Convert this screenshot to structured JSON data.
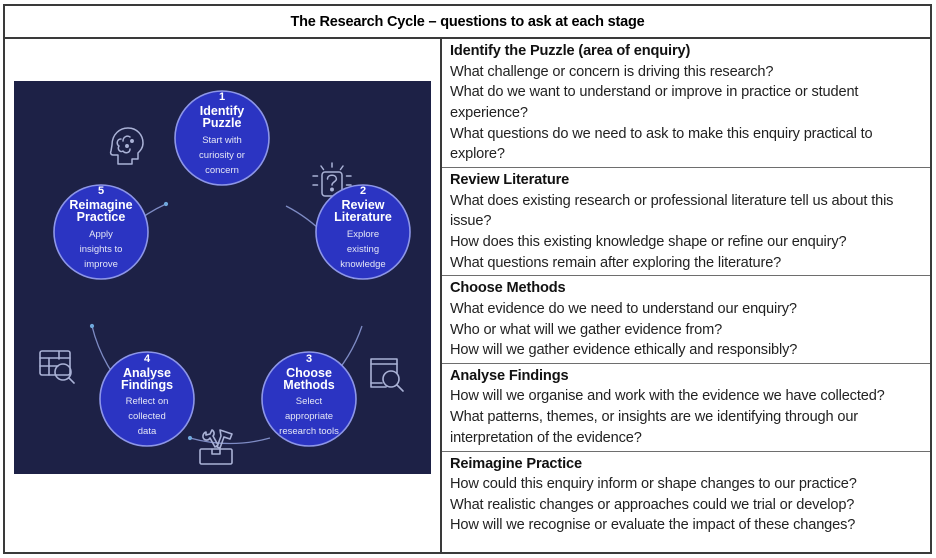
{
  "title": "The Research Cycle – questions to ask at each stage",
  "diagram": {
    "background_color": "#1d2146",
    "node_color": "#2b34c2",
    "node_stroke": "#8d96e8",
    "arc_color": "#9aa3cf",
    "nodes": [
      {
        "num": "1",
        "title_line1": "Identify",
        "title_line2": "Puzzle",
        "sub_line1": "Start with",
        "sub_line2": "curiosity or",
        "sub_line3": "concern"
      },
      {
        "num": "2",
        "title_line1": "Review",
        "title_line2": "Literature",
        "sub_line1": "Explore",
        "sub_line2": "existing",
        "sub_line3": "knowledge"
      },
      {
        "num": "3",
        "title_line1": "Choose",
        "title_line2": "Methods",
        "sub_line1": "Select",
        "sub_line2": "appropriate",
        "sub_line3": "research tools"
      },
      {
        "num": "4",
        "title_line1": "Analyse",
        "title_line2": "Findings",
        "sub_line1": "Reflect on",
        "sub_line2": "collected",
        "sub_line3": "data"
      },
      {
        "num": "5",
        "title_line1": "Reimagine",
        "title_line2": "Practice",
        "sub_line1": "Apply",
        "sub_line2": "insights to",
        "sub_line3": "improve"
      }
    ],
    "icons": [
      "head-thinking-icon",
      "question-idea-icon",
      "book-search-icon",
      "toolbox-icon",
      "table-search-icon"
    ]
  },
  "sections": [
    {
      "heading": "Identify the Puzzle (area of enquiry)",
      "lines": [
        "What challenge or concern is driving this research?",
        "What do we want to understand or improve in practice or student experience?",
        "What questions do we need to ask to make this enquiry practical to explore?"
      ]
    },
    {
      "heading": "Review Literature",
      "lines": [
        "What does existing research or professional literature tell us about this issue?",
        "How does this existing knowledge shape or refine our enquiry?",
        "What questions remain after exploring the literature?"
      ]
    },
    {
      "heading": "Choose Methods",
      "lines": [
        "What evidence do we need to understand our enquiry?",
        "Who or what will we gather evidence from?",
        "How will we gather evidence ethically and responsibly?"
      ]
    },
    {
      "heading": "Analyse Findings",
      "lines": [
        "How will we organise and work with the evidence we have collected?",
        "What patterns, themes, or insights are we identifying through our interpretation of the evidence?"
      ]
    },
    {
      "heading": "Reimagine Practice",
      "lines": [
        "How could this enquiry inform or shape changes to our practice?",
        "What realistic changes or approaches could we trial or develop?",
        "How will we recognise or evaluate the impact of these changes?"
      ]
    }
  ]
}
